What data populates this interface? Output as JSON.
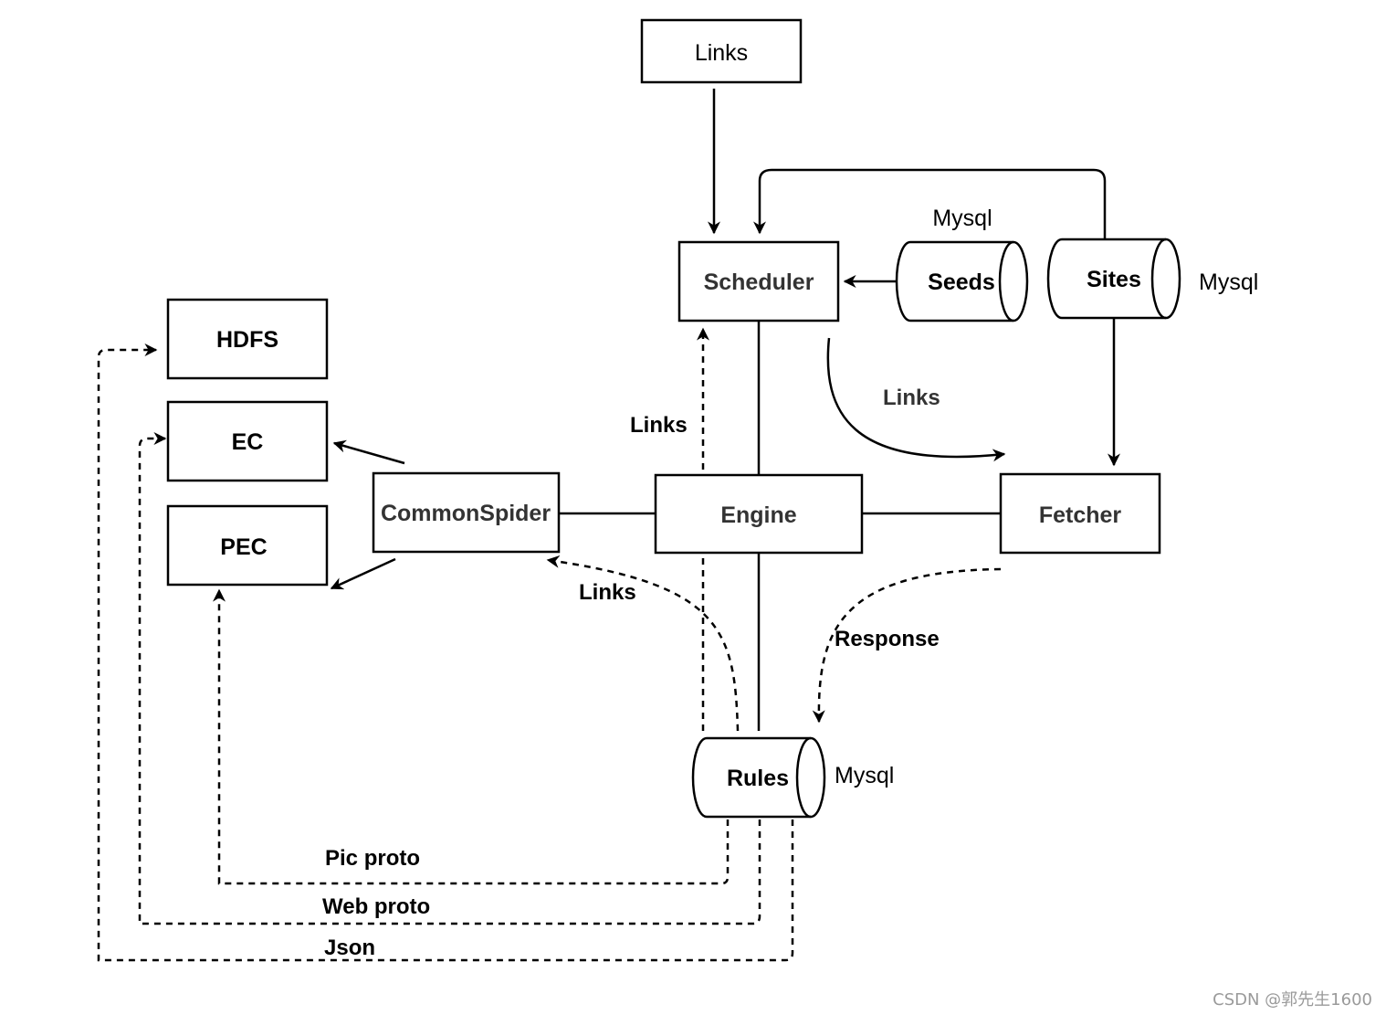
{
  "nodes": {
    "links_top": "Links",
    "scheduler": "Scheduler",
    "seeds": "Seeds",
    "sites": "Sites",
    "hdfs": "HDFS",
    "ec": "EC",
    "pec": "PEC",
    "common_spider": "CommonSpider",
    "engine": "Engine",
    "fetcher": "Fetcher",
    "rules": "Rules"
  },
  "storage_labels": {
    "seeds_db": "Mysql",
    "sites_db": "Mysql",
    "rules_db": "Mysql"
  },
  "edge_labels": {
    "scheduler_to_fetcher": "Links",
    "rules_to_scheduler": "Links",
    "rules_to_commonspider": "Links",
    "fetcher_to_rules": "Response",
    "rules_to_pec": "Pic proto",
    "rules_to_ec": "Web proto",
    "rules_to_hdfs": "Json"
  },
  "watermark": "CSDN @郭先生1600"
}
